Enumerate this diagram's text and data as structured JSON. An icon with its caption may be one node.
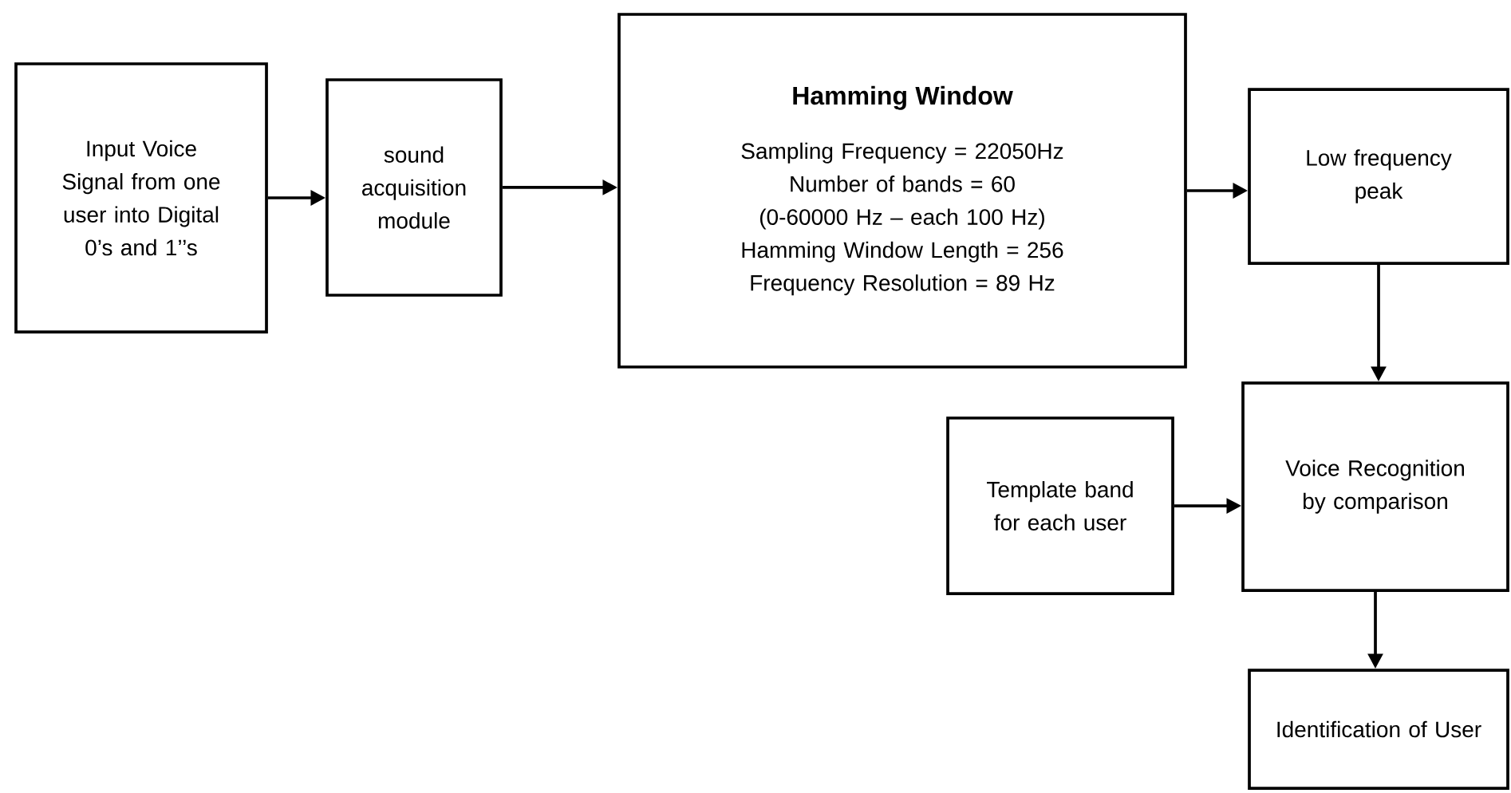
{
  "diagram": {
    "nodes": [
      {
        "text": [
          "Input Voice Signal from one user into Digital 0’s and 1’’s"
        ]
      },
      {
        "text": [
          "sound acquisition module"
        ]
      },
      {
        "text": [
          "Hamming Window",
          "Sampling Frequency = 22050Hz",
          "Number of bands = 60",
          "(0-60000 Hz – each 100 Hz)",
          "Hamming Window Length = 256",
          "Frequency Resolution = 89 Hz"
        ]
      },
      {
        "text": [
          "Low frequency peak"
        ]
      },
      {
        "text": [
          "Template band for each user"
        ]
      },
      {
        "text": [
          "Voice Recognition by comparison"
        ]
      },
      {
        "text": [
          "Identification of User"
        ]
      }
    ],
    "edges": [
      {
        "from": 0,
        "to": 1,
        "arrow": "to"
      },
      {
        "from": 1,
        "to": 2,
        "arrow": "to"
      },
      {
        "from": 2,
        "to": 3,
        "arrow": "to"
      },
      {
        "from": 3,
        "to": 5,
        "arrow": "to"
      },
      {
        "from": 4,
        "to": 5,
        "arrow": "to"
      },
      {
        "from": 5,
        "to": 6,
        "arrow": "to"
      }
    ]
  }
}
